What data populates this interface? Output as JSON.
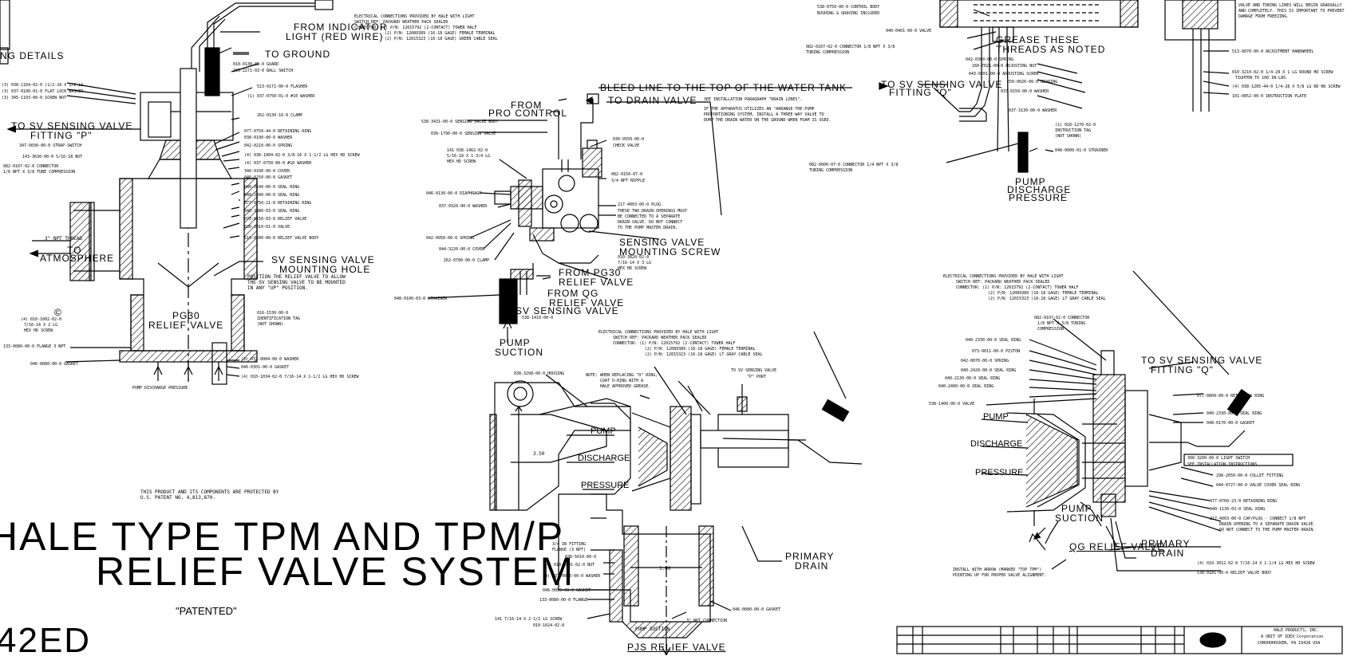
{
  "title_lines": [
    "HALE TYPE TPM AND TPM/P",
    "RELIEF VALVE SYSTEM"
  ],
  "patented": "\"PATENTED\"",
  "drawing_number": "42ED",
  "patent_note": "THIS PRODUCT AND ITS COMPONENTS ARE PROTECTED BY U.S. PATENT NO. 4,813,870.",
  "left_section": {
    "heading": "NG DETAILS",
    "from_indicator": [
      "FROM INDICATOR",
      "LIGHT (RED WIRE)"
    ],
    "to_ground": "TO GROUND",
    "to_sv_sensing": [
      "TO SV SENSING VALVE",
      "FITTING \"P\""
    ],
    "to_atmosphere": [
      "3\" NPT THREAD",
      "TO",
      "ATMOSPHERE"
    ],
    "sv_sensing_mount": [
      "SV SENSING VALVE",
      "MOUNTING HOLE"
    ],
    "sv_note": [
      "POSITION THE RELIEF VALVE TO ALLOW",
      "THE SV SENSING VALVE TO BE MOUNTED",
      "IN ANY \"UP\" POSITION."
    ],
    "pg30": [
      "PG30",
      "RELIEF VALVE"
    ],
    "pump_discharge_pressure": "PUMP DISCHARGE PRESSURE",
    "elec_note": [
      "ELECTRICAL CONNECTIONS PROVIDED BY HALE WITH LIGHT",
      "SWITCH REF: PACKARD WEATHER PACK SEALED",
      "CONNECTOR: (1) P/N: 12015792 (2-CONTACT) TOWER HALF",
      "(2) P/N: 12089389 (16-18 GAGE) FEMALE TERMINAL",
      "(2) P/N: 12015323 (16-18 GAGE) GREEN CABLE SEAL"
    ],
    "parts": [
      "(3) 038-1164-02-0 (1/2-20 X 1/2 LG",
      "(3) 037-0180-01-0 FLAT LOCK WASHER",
      "(3) 345-1103-00-0 SCREW NUT",
      "347-0030-00-0 STRAP-SWITCH",
      "143-3630-00-0 5/16-18 NUT",
      "082-0107-02-0 CONNECTOR",
      "1/8 NPT X 3/8 TUBE COMPRESSION",
      "010-0130-00-0 GUARD",
      "290-2271-03-0 BALL SWITCH",
      "513-0171-00-0 FLASHER",
      "(1) 037-0750-01-0 #10 WASHER",
      "262-0130-16-0 CLAMP",
      "077-0750-44-0 RETAINING RING",
      "038-0190-00-0 WASHER",
      "042-0210-00-0 SPRING",
      "(4) 038-1004-02-0 3/8-16 X 1-1/2 LG HEX HD SCREW",
      "(4) 037-0750-00-0 #10 WASHER",
      "340-0100-00-0 COVER",
      "046-0250-00-0 GASKET",
      "040-3140-00-0 SEAL RING",
      "040-2340-00-0 SEAL RING",
      "077-0750-21-0 RETAINING RING",
      "040-3380-03-0 SEAL RING",
      "073-0150-03-0 RELIEF VALVE",
      "030-3010-01-0 VALVE",
      "510-0200-00-0 RELIEF VALVE BODY",
      "(4) 010-1002-02-0",
      "7/16-14 X 2 LG",
      "HEX HD SCREW",
      "133-0080-00-0 FLANGE 3 NPT",
      "046-0080-00-0 GASKET",
      "016-1530-00-0",
      "IDENTIFICATION TAG",
      "(NOT SHOWN)",
      "(3) 037-0004-00-0 WASHER",
      "046-0301-00-0 GASKET",
      "(4) 010-1034-02-0 7/16-14 X 1-1/2 LG HEX HD SCREW"
    ]
  },
  "center_top": {
    "bleed_line": "BLEED LINE TO THE TOP OF THE WATER TANK",
    "to_drain": "TO DRAIN VALVE",
    "install_note": [
      "SEE INSTALLATION PARAGRAPH \"DRAIN LINES\".",
      "IF THE APPARATUS UTILIZES AN \"ARRANGE-THE-PUMP",
      "PROPORTIONING SYSTEM, INSTALL A THREE-WAY VALVE TO",
      "DUMP THE DRAIN WATER ON THE GROUND WHEN FOAM IS USED."
    ],
    "from_pro_control": [
      "FROM",
      "PRO CONTROL"
    ],
    "sensing_valve_mount": [
      "SENSING VALVE",
      "MOUNTING SCREW"
    ],
    "from_pg30": [
      "FROM PG30",
      "RELIEF VALVE"
    ],
    "from_qg": [
      "FROM QG",
      "RELIEF VALVE"
    ],
    "sv_sensing": [
      "SV SENSING VALVE",
      "538-1410-00-0"
    ],
    "pump_suction": [
      "PUMP",
      "SUCTION"
    ],
    "drain_note": [
      "THESE TWO DRAIN OPENINGS MUST",
      "BE CONNECTED TO A SEPARATE",
      "DRAIN VALVE. DO NOT CONNECT",
      "TO THE PUMP MASTER DRAIN."
    ],
    "parts": [
      "538-3431-00-0 SENSING VALVE BODY",
      "038-1790-00-0 SENSING VALVE",
      "141 038-1462-02-0",
      "5/16-18 X 1-3/4 LG",
      "HEX HD SCREW",
      "046-0130-00-0 DIAPHRAGM",
      "037-0320-00-0 WASHER",
      "042-0050-00-0 SPRING",
      "044-3220-00-0 COVER",
      "262-0780-00-0 CLAMP",
      "048-0100-03-0 STRAINER",
      "030-0550-00-0",
      "CHECK VALVE",
      "082-0150-07-0",
      "3/4 NPT NIPPLE",
      "217-4003-00-0 PLUG",
      "010-3820-02-0",
      "7/16-14 X 3 LG",
      "HEX HD SCREW"
    ]
  },
  "right_top": {
    "grease": [
      "GREASE THESE",
      "THREADS AS NOTED"
    ],
    "to_sv_sensing": [
      "TO SV SENSING VALVE",
      "FITTING \"Q\""
    ],
    "pump_discharge": [
      "PUMP",
      "DISCHARGE",
      "PRESSURE"
    ],
    "parts": [
      "538-0750-00-0 CONTROL BODY",
      "BUSHING & GRAVING INCLUDED",
      "040-0401-00-0 VALVE",
      "082-0107-02-0 CONNECTOR 1/8 NPT X 3/8",
      "TUBING COMPRESSION",
      "042-0300-00-0 SPRING",
      "160-7021-00-0 ADJUSTING NUT",
      "043-0201-00-0 ADJUSTING SCREW",
      "250-0020-00-0 BEARING",
      "037-0150-00-0 WASHER",
      "037-3130-00-0 WASHER",
      "082-0000-07-0 CONNECTOR 1/4 NPT X 3/8",
      "TUBING COMPRESSION",
      "(1) 018-1270-02-0",
      "INSTRUCTION TAG",
      "(NOT SHOWN)",
      "048-0000-01-0 STRAINER",
      "513-0070-00-0 ADJUSTMENT HANDWHEEL",
      "010-3210-02-0 1/4-28 X 1 LG ROUND HD SCREW",
      "TIGHTEN TO 100 IN-LBS",
      "(4) 038-1205-44-0 1/4-28 X 5/8 LG RD HD SCREW",
      "101-0852-00-0 INSTRUCTION PLATE"
    ],
    "note": [
      "VALVE AND TUBING LINES WILL BEGIN GRADUALLY",
      "AND COMPLETELY. THIS IS IMPORTANT TO PREVENT",
      "DAMAGE FROM FREEZING."
    ]
  },
  "center_bottom": {
    "title": "PJS RELIEF VALVE",
    "pump": "PUMP",
    "discharge": "DISCHARGE",
    "pressure": "PRESSURE",
    "primary_drain": [
      "PRIMARY",
      "DRAIN"
    ],
    "pump_suction": "PUMP SUCTION",
    "to_sv_sensing": [
      "TO SV SENSING VALVE",
      "\"P\" PORT"
    ],
    "dim1": "3.50",
    "dim2": "3.00",
    "npt": "3\" NPT CONNECTION",
    "elec_note": [
      "ELECTRICAL CONNECTIONS PROVIDED BY HALE WITH LIGHT",
      "SWITCH REF: PACKARD WEATHER PACK SEALED",
      "CONNECTOR: (1) P/N: 12015792 (2-CONTACT) TOWER HALF",
      "(2) P/N: 12089389 (16-18 GAGE) FEMALE TERMINAL",
      "(2) P/N: 12015323 (16-18 GAGE) LT GRAY CABLE SEAL"
    ],
    "grease_note": [
      "NOTE: WHEN REPLACING \"O\" RING,",
      "COAT O-RING WITH A",
      "HALE APPROVED GREASE."
    ],
    "parts": [
      "038-3298-00-0 HOUSING",
      "3/4 IN FITTING",
      "FLANGE (3 NPT)",
      "038-5010-00-0",
      "(4) 010-1001-02-0 NUT",
      "(4) 037-0050-00-0 WASHER",
      "046-0050-00-0 GASKET",
      "133-0080-00-0 FLANGE",
      "141 7/16-14 X 2-1/2 LG SCREW",
      "010-1024-02-0",
      "046-0080-00-0 GASKET"
    ]
  },
  "right_bottom": {
    "elec_note": [
      "ELECTRICAL CONNECTIONS PROVIDED BY HALE WITH LIGHT",
      "SWITCH REF: PACKARD WEATHER PACK SEALED",
      "CONNECTOR: (1) P/N: 12015792 (2-CONTACT) TOWER HALF",
      "(2) P/N: 12089389 (16-18 GAGE) FEMALE TERMINAL",
      "(2) P/N: 12015323 (16-18 GAGE) LT GRAY CABLE SEAL"
    ],
    "to_sv_sensing": [
      "TO SV SENSING VALVE",
      "FITTING \"Q\""
    ],
    "pump": "PUMP",
    "discharge": "DISCHARGE",
    "pressure": "PRESSURE",
    "pump_suction": [
      "PUMP",
      "SUCTION"
    ],
    "qg_relief": "QG RELIEF VALVE",
    "primary_drain": [
      "PRIMARY",
      "DRAIN"
    ],
    "install_note": [
      "INSTALL WITH ARROW (MARKED \"TOP TPM\")",
      "POINTING UP FOR PROPER VALVE ALIGNMENT."
    ],
    "switch_box": [
      "300-3200-00-0 LIGHT SWITCH",
      "SEE INSTALLATION INSTRUCTIONS"
    ],
    "parts": [
      "082-0107-02-0 CONNECTOR",
      "1/8 NPT X 3/8 TUBING",
      "COMPRESSION",
      "040-2330-00-0 SEAL RING",
      "073-0011-00-0 PISTON",
      "042-0070-00-0 SPRING",
      "040-2420-00-0 SEAL RING",
      "040-2130-00-0 SEAL RING",
      "040-2400-00-0 SEAL RING",
      "538-1400-00-0 VALVE",
      "077-0800-00-0 RETAINING RING",
      "040-2330-00-0 SEAL RING",
      "048-0170-00-0 GASKET",
      "298-2650-00-0 COLLET FITTING",
      "044-0727-00-0 VALVE COVER SEAL RING",
      "077-0760-23-0 RETAINING RING",
      "040-1130-03-0 SEAL RING",
      "217-4003-00-0 CAP/PLUG - CONNECT 1/8 NPT",
      "DRAIN OPENING TO A SEPARATE DRAIN VALVE.",
      "DO NOT CONNECT TO THE PUMP MASTER DRAIN.",
      "(4) 010-3012-02-0 7/16-14 X 1-1/4 LG HEX HD SCREW",
      "538-0181-00-0 RELIEF VALVE BODY"
    ]
  },
  "title_block": {
    "company": [
      "HALE PRODUCTS, INC.",
      "A UNIT OF IDEX Corporation",
      "CONSHOHOCKEN, PA 19428 USA"
    ]
  }
}
